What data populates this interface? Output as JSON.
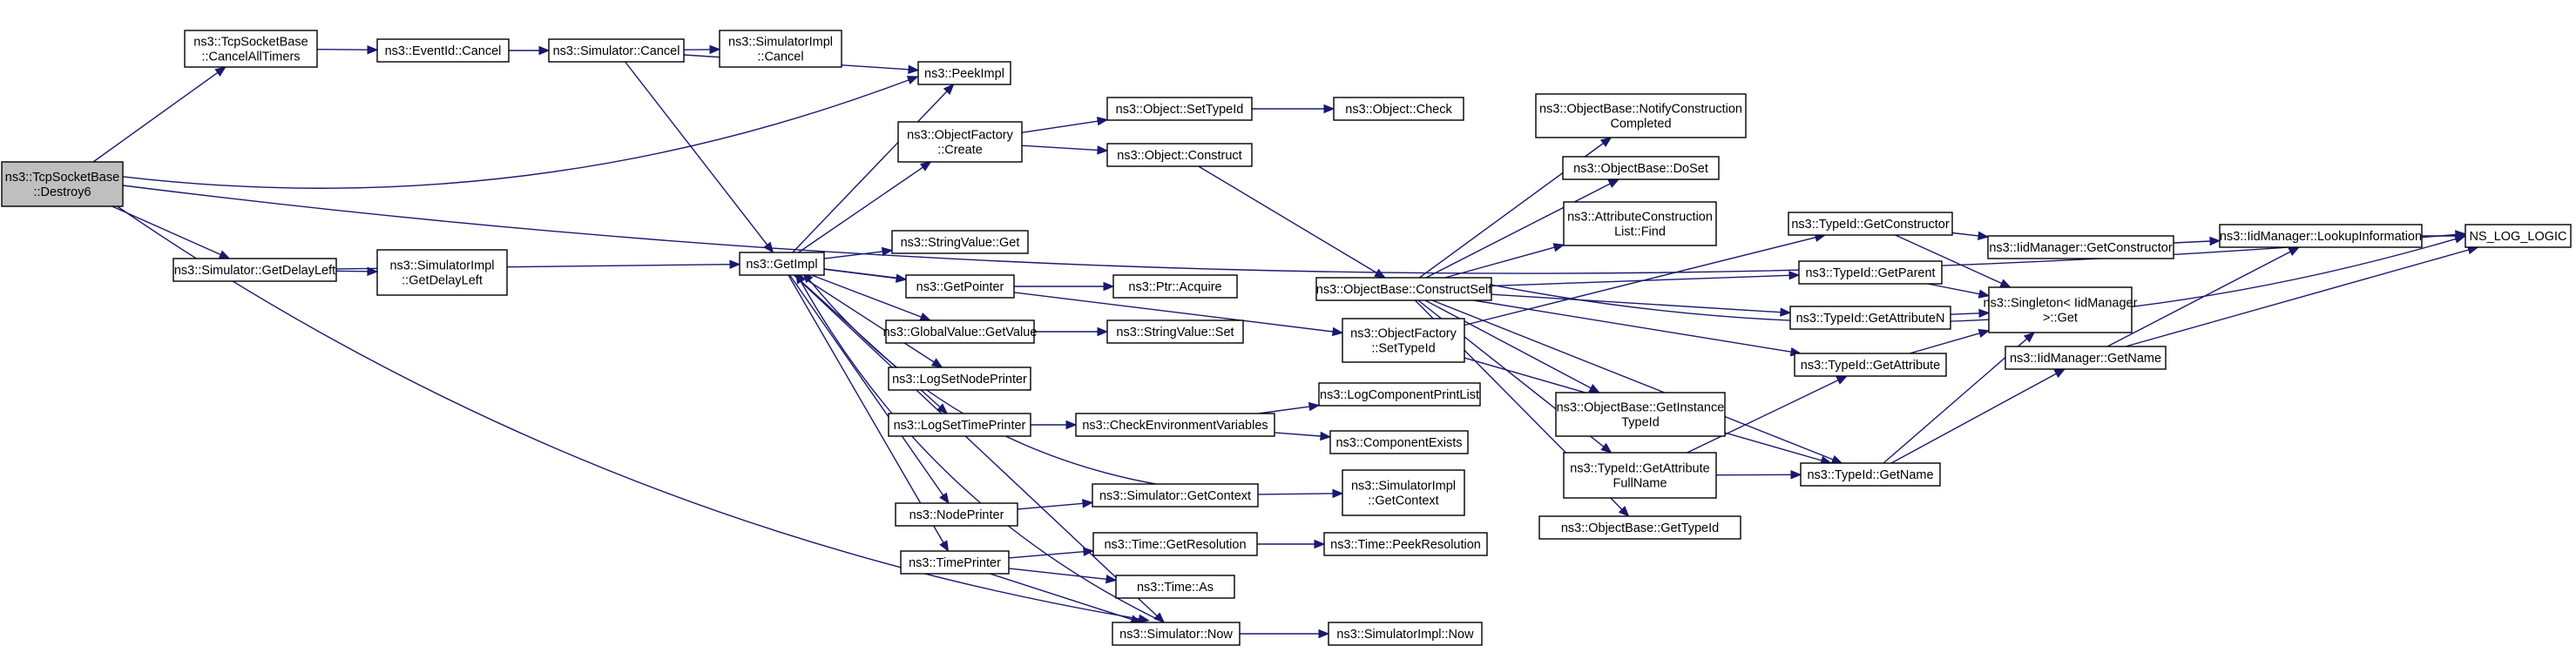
{
  "colors": {
    "edge": "#191970",
    "node_border": "#000000",
    "node_border_external": "#ff0000",
    "node_fill": "#ffffff",
    "root_fill": "#bfbfbf"
  },
  "nodes": [
    {
      "id": "destroy6",
      "lines": [
        "ns3::TcpSocketBase",
        "::Destroy6"
      ],
      "style": "root"
    },
    {
      "id": "cancelAllTimers",
      "lines": [
        "ns3::TcpSocketBase",
        "::CancelAllTimers"
      ],
      "style": "normal"
    },
    {
      "id": "eventIdCancel",
      "lines": [
        "ns3::EventId::Cancel"
      ],
      "style": "normal"
    },
    {
      "id": "simCancel",
      "lines": [
        "ns3::Simulator::Cancel"
      ],
      "style": "normal"
    },
    {
      "id": "simImplCancel",
      "lines": [
        "ns3::SimulatorImpl",
        "::Cancel"
      ],
      "style": "normal"
    },
    {
      "id": "getDelayLeft",
      "lines": [
        "ns3::Simulator::GetDelayLeft"
      ],
      "style": "normal"
    },
    {
      "id": "simImplGetDelayLeft",
      "lines": [
        "ns3::SimulatorImpl",
        "::GetDelayLeft"
      ],
      "style": "normal"
    },
    {
      "id": "getImpl",
      "lines": [
        "ns3::GetImpl"
      ],
      "style": "normal"
    },
    {
      "id": "peekImpl",
      "lines": [
        "ns3::PeekImpl"
      ],
      "style": "normal"
    },
    {
      "id": "objFactoryCreate",
      "lines": [
        "ns3::ObjectFactory",
        "::Create"
      ],
      "style": "normal"
    },
    {
      "id": "stringValueGet",
      "lines": [
        "ns3::StringValue::Get"
      ],
      "style": "normal"
    },
    {
      "id": "getPointer",
      "lines": [
        "ns3::GetPointer"
      ],
      "style": "normal"
    },
    {
      "id": "globalValueGetValue",
      "lines": [
        "ns3::GlobalValue::GetValue"
      ],
      "style": "normal"
    },
    {
      "id": "logSetNodePrinter",
      "lines": [
        "ns3::LogSetNodePrinter"
      ],
      "style": "normal"
    },
    {
      "id": "logSetTimePrinter",
      "lines": [
        "ns3::LogSetTimePrinter"
      ],
      "style": "normal"
    },
    {
      "id": "nodePrinter",
      "lines": [
        "ns3::NodePrinter"
      ],
      "style": "normal"
    },
    {
      "id": "timePrinter",
      "lines": [
        "ns3::TimePrinter"
      ],
      "style": "normal"
    },
    {
      "id": "objSetTypeId",
      "lines": [
        "ns3::Object::SetTypeId"
      ],
      "style": "normal"
    },
    {
      "id": "objConstruct",
      "lines": [
        "ns3::Object::Construct"
      ],
      "style": "normal"
    },
    {
      "id": "objCheck",
      "lines": [
        "ns3::Object::Check"
      ],
      "style": "external"
    },
    {
      "id": "ptrAcquire",
      "lines": [
        "ns3::Ptr::Acquire"
      ],
      "style": "normal"
    },
    {
      "id": "stringValueSet",
      "lines": [
        "ns3::StringValue::Set"
      ],
      "style": "normal"
    },
    {
      "id": "checkEnvVars",
      "lines": [
        "ns3::CheckEnvironmentVariables"
      ],
      "style": "normal"
    },
    {
      "id": "logComponentPrintList",
      "lines": [
        "ns3::LogComponentPrintList"
      ],
      "style": "external"
    },
    {
      "id": "componentExists",
      "lines": [
        "ns3::ComponentExists"
      ],
      "style": "external"
    },
    {
      "id": "simGetContext",
      "lines": [
        "ns3::Simulator::GetContext"
      ],
      "style": "normal"
    },
    {
      "id": "simImplGetContext",
      "lines": [
        "ns3::SimulatorImpl",
        "::GetContext"
      ],
      "style": "normal"
    },
    {
      "id": "timeGetResolution",
      "lines": [
        "ns3::Time::GetResolution"
      ],
      "style": "normal"
    },
    {
      "id": "timePeekResolution",
      "lines": [
        "ns3::Time::PeekResolution"
      ],
      "style": "external"
    },
    {
      "id": "timeAs",
      "lines": [
        "ns3::Time::As"
      ],
      "style": "normal"
    },
    {
      "id": "simNow",
      "lines": [
        "ns3::Simulator::Now"
      ],
      "style": "normal"
    },
    {
      "id": "simImplNow",
      "lines": [
        "ns3::SimulatorImpl::Now"
      ],
      "style": "normal"
    },
    {
      "id": "objFactorySetTypeId",
      "lines": [
        "ns3::ObjectFactory",
        "::SetTypeId"
      ],
      "style": "normal"
    },
    {
      "id": "constructSelf",
      "lines": [
        "ns3::ObjectBase::ConstructSelf"
      ],
      "style": "normal"
    },
    {
      "id": "notifyConstructionCompleted",
      "lines": [
        "ns3::ObjectBase::NotifyConstruction",
        "Completed"
      ],
      "style": "normal"
    },
    {
      "id": "doSet",
      "lines": [
        "ns3::ObjectBase::DoSet"
      ],
      "style": "normal"
    },
    {
      "id": "attrConstructionListFind",
      "lines": [
        "ns3::AttributeConstruction",
        "List::Find"
      ],
      "style": "normal"
    },
    {
      "id": "getInstanceTypeId",
      "lines": [
        "ns3::ObjectBase::GetInstance",
        "TypeId"
      ],
      "style": "normal"
    },
    {
      "id": "getAttributeFullName",
      "lines": [
        "ns3::TypeId::GetAttribute",
        "FullName"
      ],
      "style": "normal"
    },
    {
      "id": "objBaseGetTypeId",
      "lines": [
        "ns3::ObjectBase::GetTypeId"
      ],
      "style": "external"
    },
    {
      "id": "typeIdGetConstructor",
      "lines": [
        "ns3::TypeId::GetConstructor"
      ],
      "style": "normal"
    },
    {
      "id": "typeIdGetParent",
      "lines": [
        "ns3::TypeId::GetParent"
      ],
      "style": "external"
    },
    {
      "id": "typeIdGetAttributeN",
      "lines": [
        "ns3::TypeId::GetAttributeN"
      ],
      "style": "external"
    },
    {
      "id": "typeIdGetAttribute",
      "lines": [
        "ns3::TypeId::GetAttribute"
      ],
      "style": "external"
    },
    {
      "id": "typeIdGetName",
      "lines": [
        "ns3::TypeId::GetName"
      ],
      "style": "normal"
    },
    {
      "id": "singletonGet",
      "lines": [
        "ns3::Singleton< IidManager",
        " >::Get"
      ],
      "style": "normal"
    },
    {
      "id": "iidGetConstructor",
      "lines": [
        "ns3::IidManager::GetConstructor"
      ],
      "style": "normal"
    },
    {
      "id": "iidGetName",
      "lines": [
        "ns3::IidManager::GetName"
      ],
      "style": "normal"
    },
    {
      "id": "iidLookupInformation",
      "lines": [
        "ns3::IidManager::LookupInformation"
      ],
      "style": "normal"
    },
    {
      "id": "nsLogLogic",
      "lines": [
        "NS_LOG_LOGIC"
      ],
      "style": "normal"
    }
  ],
  "edges": [
    [
      "destroy6",
      "cancelAllTimers"
    ],
    [
      "destroy6",
      "getDelayLeft"
    ],
    [
      "destroy6",
      "nsLogLogic"
    ],
    [
      "destroy6",
      "simNow"
    ],
    [
      "destroy6",
      "peekImpl"
    ],
    [
      "cancelAllTimers",
      "eventIdCancel"
    ],
    [
      "eventIdCancel",
      "simCancel"
    ],
    [
      "simCancel",
      "simImplCancel"
    ],
    [
      "simCancel",
      "getImpl"
    ],
    [
      "simCancel",
      "peekImpl"
    ],
    [
      "getDelayLeft",
      "simImplGetDelayLeft"
    ],
    [
      "getDelayLeft",
      "getImpl"
    ],
    [
      "getImpl",
      "peekImpl"
    ],
    [
      "getImpl",
      "objFactoryCreate"
    ],
    [
      "getImpl",
      "objFactorySetTypeId"
    ],
    [
      "getImpl",
      "stringValueGet"
    ],
    [
      "getImpl",
      "getPointer"
    ],
    [
      "getImpl",
      "globalValueGetValue"
    ],
    [
      "getImpl",
      "logSetNodePrinter"
    ],
    [
      "getImpl",
      "logSetTimePrinter"
    ],
    [
      "getImpl",
      "nodePrinter"
    ],
    [
      "getImpl",
      "timePrinter"
    ],
    [
      "getImpl",
      "simNow"
    ],
    [
      "objFactoryCreate",
      "objSetTypeId"
    ],
    [
      "objFactoryCreate",
      "objConstruct"
    ],
    [
      "objSetTypeId",
      "objCheck"
    ],
    [
      "objConstruct",
      "constructSelf"
    ],
    [
      "getPointer",
      "ptrAcquire"
    ],
    [
      "globalValueGetValue",
      "stringValueSet"
    ],
    [
      "logSetTimePrinter",
      "checkEnvVars"
    ],
    [
      "checkEnvVars",
      "logComponentPrintList"
    ],
    [
      "checkEnvVars",
      "componentExists"
    ],
    [
      "nodePrinter",
      "simGetContext"
    ],
    [
      "simGetContext",
      "getImpl"
    ],
    [
      "simGetContext",
      "simImplGetContext"
    ],
    [
      "timePrinter",
      "timeGetResolution"
    ],
    [
      "timePrinter",
      "timeAs"
    ],
    [
      "timePrinter",
      "simNow"
    ],
    [
      "timeGetResolution",
      "timePeekResolution"
    ],
    [
      "simNow",
      "getImpl"
    ],
    [
      "simNow",
      "simImplNow"
    ],
    [
      "objFactorySetTypeId",
      "typeIdGetConstructor"
    ],
    [
      "objFactorySetTypeId",
      "typeIdGetName"
    ],
    [
      "constructSelf",
      "notifyConstructionCompleted"
    ],
    [
      "constructSelf",
      "doSet"
    ],
    [
      "constructSelf",
      "attrConstructionListFind"
    ],
    [
      "constructSelf",
      "getInstanceTypeId"
    ],
    [
      "constructSelf",
      "getAttributeFullName"
    ],
    [
      "constructSelf",
      "objBaseGetTypeId"
    ],
    [
      "constructSelf",
      "typeIdGetParent"
    ],
    [
      "constructSelf",
      "typeIdGetAttributeN"
    ],
    [
      "constructSelf",
      "typeIdGetAttribute"
    ],
    [
      "constructSelf",
      "typeIdGetName"
    ],
    [
      "constructSelf",
      "nsLogLogic"
    ],
    [
      "getAttributeFullName",
      "typeIdGetAttribute"
    ],
    [
      "getAttributeFullName",
      "typeIdGetName"
    ],
    [
      "typeIdGetConstructor",
      "iidGetConstructor"
    ],
    [
      "typeIdGetConstructor",
      "singletonGet"
    ],
    [
      "typeIdGetParent",
      "singletonGet"
    ],
    [
      "typeIdGetAttributeN",
      "singletonGet"
    ],
    [
      "typeIdGetAttribute",
      "singletonGet"
    ],
    [
      "typeIdGetName",
      "singletonGet"
    ],
    [
      "typeIdGetName",
      "iidGetName"
    ],
    [
      "iidGetConstructor",
      "iidLookupInformation"
    ],
    [
      "iidGetName",
      "iidLookupInformation"
    ],
    [
      "iidGetName",
      "nsLogLogic"
    ],
    [
      "iidLookupInformation",
      "nsLogLogic"
    ]
  ]
}
